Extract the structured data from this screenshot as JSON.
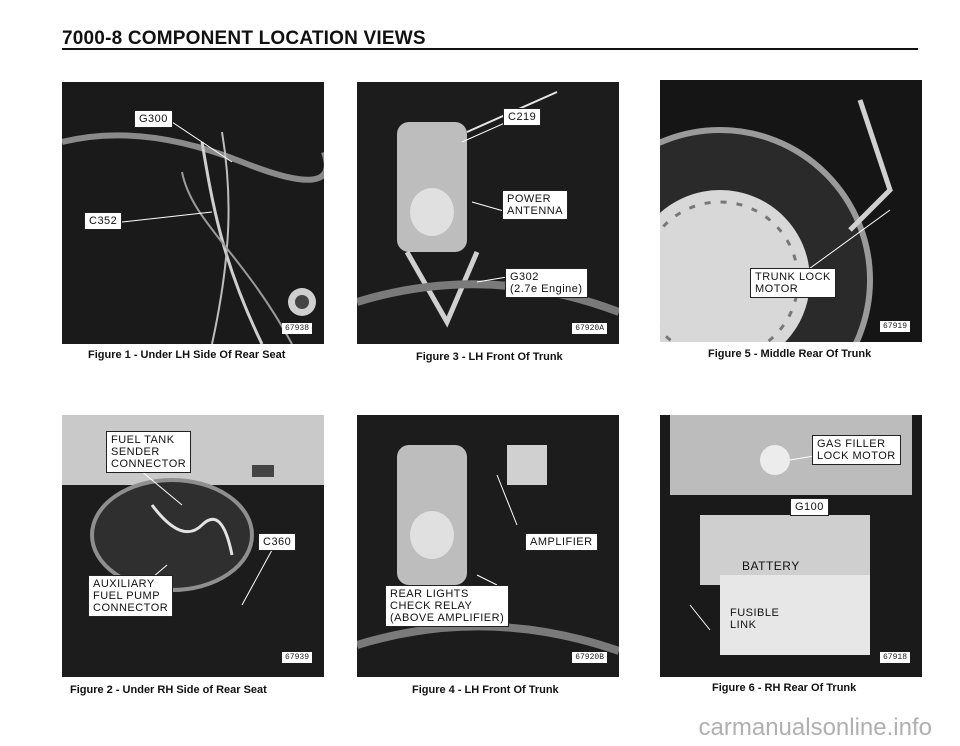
{
  "header": {
    "title": "7000-8 COMPONENT LOCATION VIEWS"
  },
  "figures": [
    {
      "caption": "Figure 1 - Under LH Side Of Rear Seat",
      "photo_number": "67938",
      "callouts": [
        "G300",
        "C352"
      ]
    },
    {
      "caption": "Figure 3 - LH Front Of Trunk",
      "photo_number": "67920A",
      "callouts": [
        "C219",
        "POWER\nANTENNA",
        "G302\n(2.7e Engine)"
      ]
    },
    {
      "caption": "Figure 5 - Middle Rear Of Trunk",
      "photo_number": "67919",
      "callouts": [
        "TRUNK LOCK\nMOTOR"
      ]
    },
    {
      "caption": "Figure 2 - Under RH Side of Rear Seat",
      "photo_number": "67939",
      "callouts": [
        "FUEL TANK\nSENDER\nCONNECTOR",
        "C360",
        "AUXILIARY\nFUEL PUMP\nCONNECTOR"
      ]
    },
    {
      "caption": "Figure 4 - LH Front Of Trunk",
      "photo_number": "67920B",
      "callouts": [
        "AMPLIFIER",
        "REAR LIGHTS\nCHECK RELAY\n(ABOVE AMPLIFIER)"
      ]
    },
    {
      "caption": "Figure 6 - RH Rear Of Trunk",
      "photo_number": "67918",
      "callouts": [
        "GAS FILLER\nLOCK MOTOR",
        "G100",
        "BATTERY",
        "FUSIBLE\nLINK"
      ]
    }
  ],
  "watermark": "carmanualsonline.info"
}
